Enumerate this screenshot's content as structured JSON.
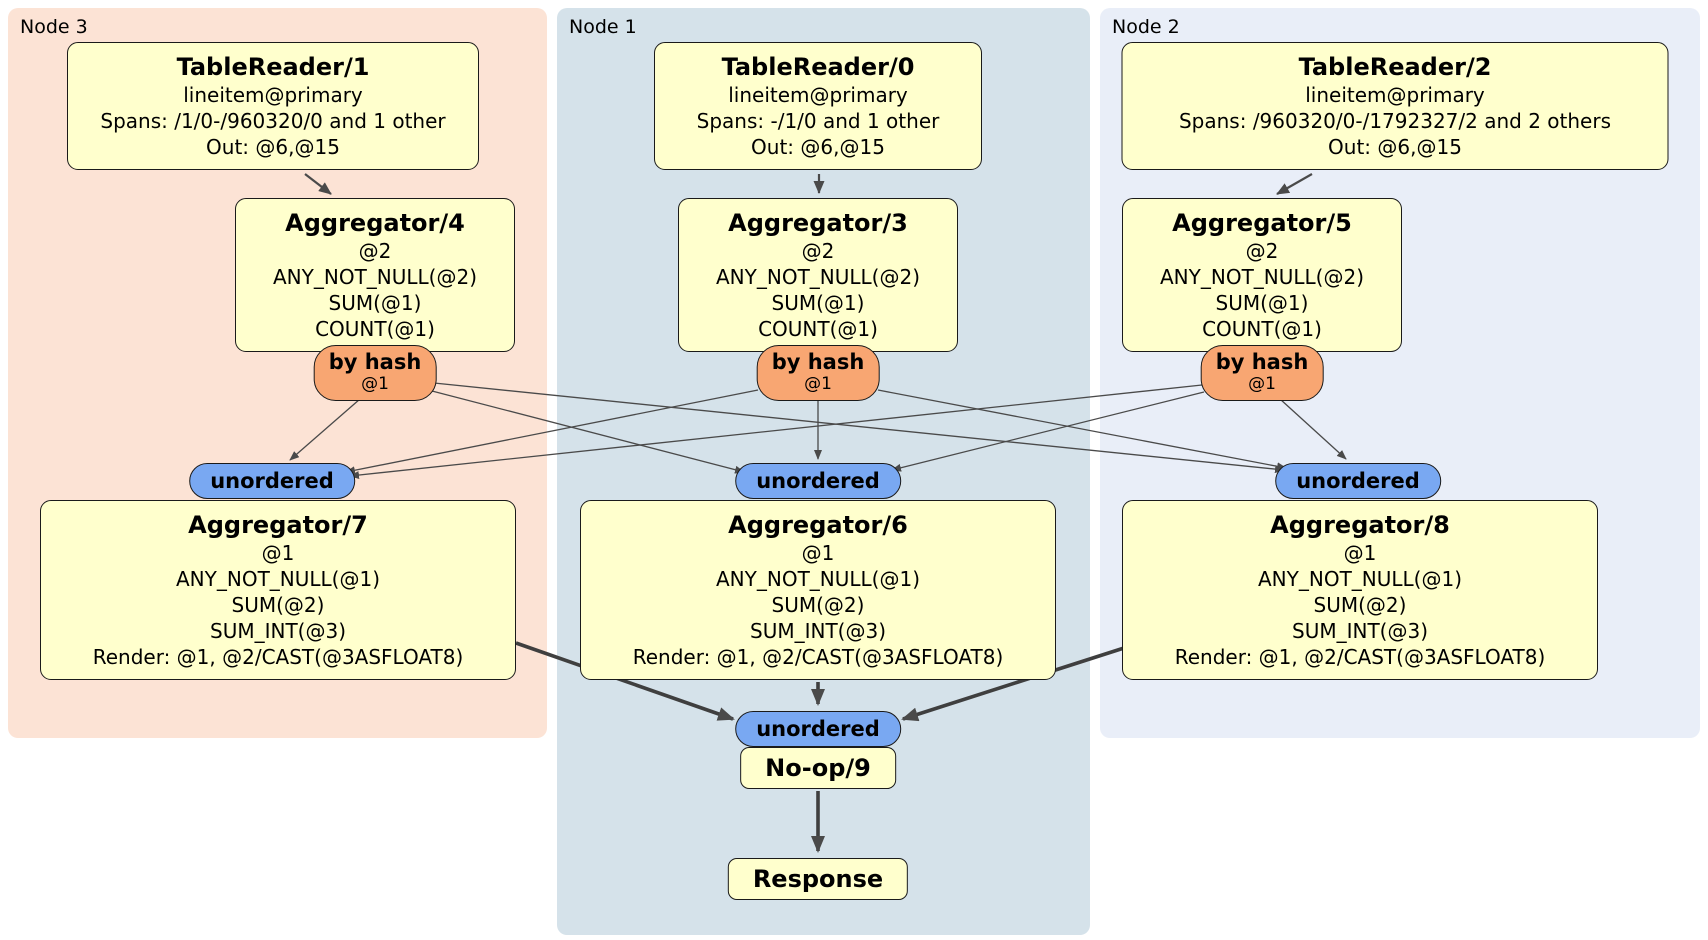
{
  "diagram": {
    "node3": {
      "label": "Node 3",
      "tablereader": {
        "title": "TableReader/1",
        "index": "lineitem@primary",
        "spans": "Spans: /1/0-/960320/0 and 1 other",
        "out": "Out: @6,@15"
      },
      "aggregator_stage1": {
        "title": "Aggregator/4",
        "group_col": "@2",
        "fn1": "ANY_NOT_NULL(@2)",
        "fn2": "SUM(@1)",
        "fn3": "COUNT(@1)"
      },
      "router": {
        "label": "by hash",
        "hash_col": "@1"
      },
      "inbound_sync": "unordered",
      "aggregator_stage2": {
        "title": "Aggregator/7",
        "group_col": "@1",
        "fn1": "ANY_NOT_NULL(@1)",
        "fn2": "SUM(@2)",
        "fn3": "SUM_INT(@3)",
        "render": "Render: @1, @2/CAST(@3ASFLOAT8)"
      }
    },
    "node1": {
      "label": "Node 1",
      "tablereader": {
        "title": "TableReader/0",
        "index": "lineitem@primary",
        "spans": "Spans: -/1/0 and 1 other",
        "out": "Out: @6,@15"
      },
      "aggregator_stage1": {
        "title": "Aggregator/3",
        "group_col": "@2",
        "fn1": "ANY_NOT_NULL(@2)",
        "fn2": "SUM(@1)",
        "fn3": "COUNT(@1)"
      },
      "router": {
        "label": "by hash",
        "hash_col": "@1"
      },
      "inbound_sync": "unordered",
      "aggregator_stage2": {
        "title": "Aggregator/6",
        "group_col": "@1",
        "fn1": "ANY_NOT_NULL(@1)",
        "fn2": "SUM(@2)",
        "fn3": "SUM_INT(@3)",
        "render": "Render: @1, @2/CAST(@3ASFLOAT8)"
      },
      "final_sync": "unordered",
      "noop": "No-op/9",
      "response": "Response"
    },
    "node2": {
      "label": "Node 2",
      "tablereader": {
        "title": "TableReader/2",
        "index": "lineitem@primary",
        "spans": "Spans: /960320/0-/1792327/2 and 2 others",
        "out": "Out: @6,@15"
      },
      "aggregator_stage1": {
        "title": "Aggregator/5",
        "group_col": "@2",
        "fn1": "ANY_NOT_NULL(@2)",
        "fn2": "SUM(@1)",
        "fn3": "COUNT(@1)"
      },
      "router": {
        "label": "by hash",
        "hash_col": "@1"
      },
      "inbound_sync": "unordered",
      "aggregator_stage2": {
        "title": "Aggregator/8",
        "group_col": "@1",
        "fn1": "ANY_NOT_NULL(@1)",
        "fn2": "SUM(@2)",
        "fn3": "SUM_INT(@3)",
        "render": "Render: @1, @2/CAST(@3ASFLOAT8)"
      }
    }
  },
  "colors": {
    "panel_node3": "#fce3d5",
    "panel_node1": "#d5e2ea",
    "panel_node2": "#e9eef8",
    "box_fill": "#ffffcd",
    "box_border": "#1a1a1a",
    "router_fill": "#f8a672",
    "sync_fill": "#79a8f2",
    "edge_color": "#4a4a4a",
    "edge_thick_color": "#3f3f3f"
  }
}
